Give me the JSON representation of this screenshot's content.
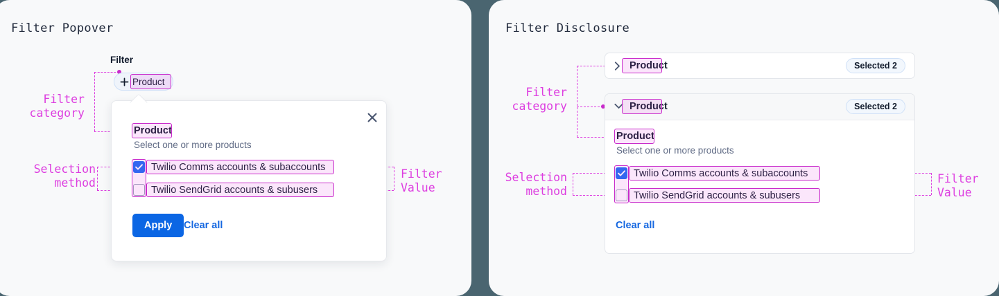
{
  "background_color": "#4a6570",
  "panels": {
    "left": {
      "title": "Filter Popover"
    },
    "right": {
      "title": "Filter Disclosure"
    }
  },
  "annotations": {
    "filter_category": "Filter\ncategory",
    "selection_method": "Selection\nmethod",
    "filter_value": "Filter\nValue",
    "color": "#dd3ee0"
  },
  "left_panel": {
    "trigger": {
      "label": "Filter",
      "chip_text": "Product",
      "plus_icon": "plus-icon"
    },
    "popover": {
      "close_icon": "close-icon",
      "field_title": "Product",
      "field_help": "Select one or more products",
      "options": [
        {
          "label": "Twilio Comms accounts & subaccounts",
          "checked": true
        },
        {
          "label": "Twilio SendGrid accounts & subusers",
          "checked": false
        }
      ],
      "apply_label": "Apply",
      "clear_label": "Clear all",
      "apply_color": "#0b66e4",
      "link_color": "#1567e0"
    }
  },
  "right_panel": {
    "cards": [
      {
        "chevron": "chevron-right-icon",
        "header_text": "Product",
        "badge": "Selected 2",
        "expanded": false
      },
      {
        "chevron": "chevron-down-icon",
        "header_text": "Product",
        "badge": "Selected 2",
        "expanded": true,
        "field_title": "Product",
        "field_help": "Select one or more products",
        "options": [
          {
            "label": "Twilio Comms accounts & subaccounts",
            "checked": true
          },
          {
            "label": "Twilio SendGrid accounts & subusers",
            "checked": false
          }
        ],
        "clear_label": "Clear all"
      }
    ]
  }
}
